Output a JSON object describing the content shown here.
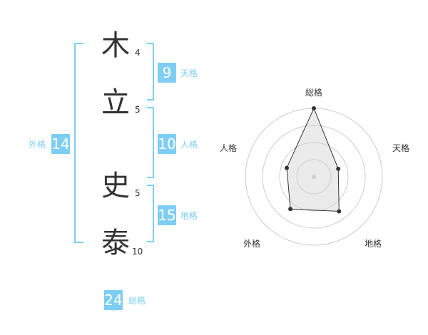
{
  "name_chars": [
    {
      "char": "木",
      "strokes": "4"
    },
    {
      "char": "立",
      "strokes": "5"
    },
    {
      "char": "史",
      "strokes": "5"
    },
    {
      "char": "泰",
      "strokes": "10"
    }
  ],
  "kakaku": {
    "tenkaku": {
      "label": "天格",
      "value": "9"
    },
    "jinkaku": {
      "label": "人格",
      "value": "10"
    },
    "chikaku": {
      "label": "地格",
      "value": "15"
    },
    "gaikaku": {
      "label": "外格",
      "value": "14"
    },
    "soukaku": {
      "label": "総格",
      "value": "24"
    }
  },
  "colors": {
    "accent": "#7ecef4",
    "text": "#333333",
    "ring": "#cccccc"
  },
  "chart_data": {
    "type": "radar",
    "axes": [
      "総格",
      "天格",
      "地格",
      "外格",
      "人格"
    ],
    "values": [
      24,
      9,
      15,
      14,
      10
    ],
    "rings": 4,
    "max": 24
  }
}
